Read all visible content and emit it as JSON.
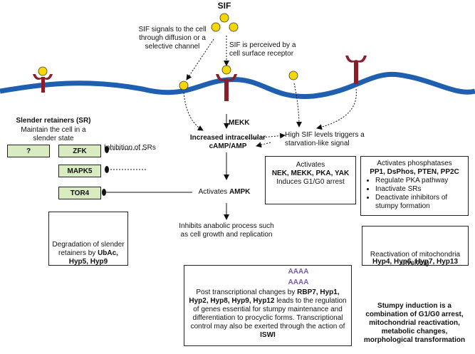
{
  "sif_label": "SIF",
  "sif_diffusion_text": "SIF signals to the cell through diffusion or a selective channel",
  "sif_receptor_text": "SIF is perceived by a cell surface receptor",
  "mekk_label": "MEKK",
  "camp_text": "Increased intracellular cAMP/AMP",
  "starvation_text": "High SIF levels triggers a starvation-like signal",
  "slender_retainers": {
    "title": "Slender retainers (SR)",
    "subtitle": "Maintain the cell in a slender state",
    "inhibition_label": "Inhibition of SRs",
    "boxes": [
      "?",
      "ZFK",
      "MAPK5",
      "TOR4"
    ]
  },
  "activates_ampk": {
    "prefix": "Activates ",
    "bold": "AMPK"
  },
  "inhibits_text": "Inhibits anabolic process such as cell growth and replication",
  "activates_box": {
    "title": "Activates",
    "kinases": "NEK, MEKK, PKA, YAK",
    "arrest": "Induces G1/G0 arrest"
  },
  "phosphatases_box": {
    "title": "Activates phosphatases",
    "list": "PP1, DsPhos, PTEN, PP2C",
    "bullets": [
      "Regulate PKA pathway",
      "Inactivate SRs",
      "Deactivate inhibitors of stumpy formation"
    ]
  },
  "degradation_box": {
    "text": "Degradation of slender retainers by",
    "bold": "UbAc, Hyp5, Hyp9"
  },
  "post_transcriptional": {
    "aaaa": "AAAA",
    "prefix": "Post transcriptional changes by",
    "proteins": "RBP7, Hyp1, Hyp2, Hyp8, Hyp9, Hyp12",
    "middle": "leads to the regulation of genes essential for stumpy maintenance and differentiation to procyclic forms. Transcriptional control may also be exerted through the action of",
    "isw": "ISWI"
  },
  "mito_box": {
    "text": "Reactivation of mitochondria involving",
    "bold": "Hyp4, Hyp6, Hyp7, Hyp13"
  },
  "summary": "Stumpy induction is a combination of G1/G0 arrest, mitochondrial reactivation, metabolic changes, morphological transformation",
  "colors": {
    "membrane": "#1f5fb0",
    "receptor": "#8a1f2a",
    "sif": "#f5d800",
    "green_box": "#d9ebc0",
    "dna": "#3ba83b",
    "mrna": "#7a5aa8",
    "mito": "#c0782a"
  }
}
